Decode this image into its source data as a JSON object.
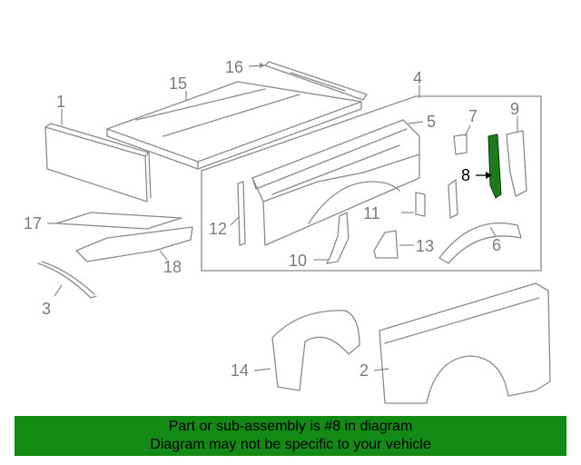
{
  "diagram": {
    "callouts": [
      "1",
      "2",
      "3",
      "4",
      "5",
      "6",
      "7",
      "8",
      "9",
      "10",
      "11",
      "12",
      "13",
      "14",
      "15",
      "16",
      "17",
      "18"
    ],
    "highlighted_callout": "8",
    "colors": {
      "line": "#8a8a8a",
      "highlight": "#1f7a1f",
      "banner": "#138a13",
      "text": "#000000"
    }
  },
  "banner": {
    "line1": "Part or sub-assembly is #8 in diagram",
    "line2": "Diagram may not be specific to your vehicle"
  }
}
